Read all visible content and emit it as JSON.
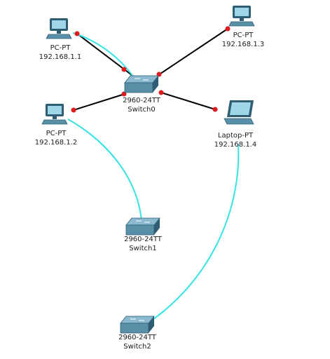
{
  "topology": {
    "pc0": {
      "model": "PC-PT",
      "ip": "192.168.1.1",
      "icon": "desktop-pc-icon"
    },
    "pc1": {
      "model": "PC-PT",
      "ip": "192.168.1.3",
      "icon": "desktop-pc-icon"
    },
    "pc2": {
      "model": "PC-PT",
      "ip": "192.168.1.2",
      "icon": "desktop-pc-icon"
    },
    "laptop0": {
      "model": "Laptop-PT",
      "ip": "192.168.1.4",
      "icon": "laptop-icon"
    },
    "switch0": {
      "model": "2960-24TT",
      "name": "Switch0",
      "icon": "switch-icon"
    },
    "switch1": {
      "model": "2960-24TT",
      "name": "Switch1",
      "icon": "switch-icon"
    },
    "switch2": {
      "model": "2960-24TT",
      "name": "Switch2",
      "icon": "switch-icon"
    }
  },
  "colors": {
    "ethernet_link": "#000000",
    "console_link": "#37e3e3",
    "link_down_marker": "#e01a1a",
    "device_body": "#5a8fa8",
    "device_dark": "#2f5d74",
    "screen": "#9fd6ea"
  }
}
